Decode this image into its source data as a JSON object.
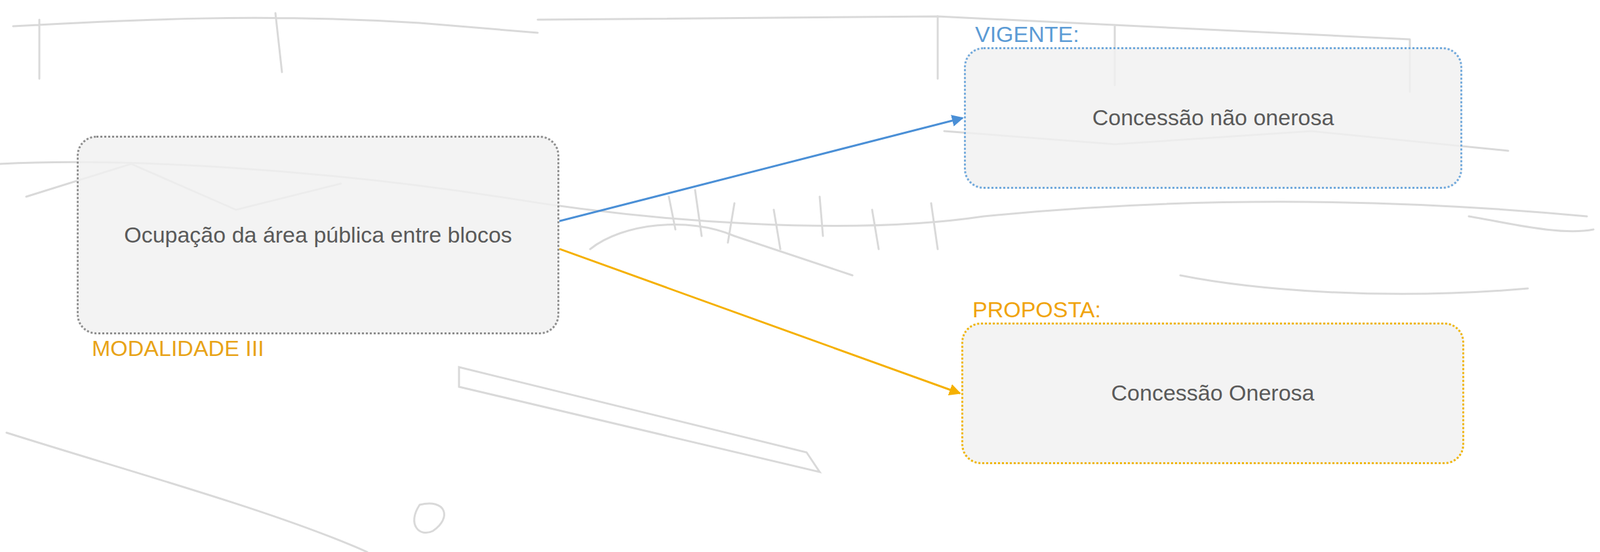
{
  "diagram": {
    "nodes": [
      {
        "text": [
          "Ocupação da área pública entre blocos",
          "MODALIDADE III"
        ]
      },
      {
        "text": [
          "VIGENTE:",
          "Concessão não onerosa"
        ]
      },
      {
        "text": [
          "PROPOSTA:",
          "Concessão Onerosa"
        ]
      }
    ],
    "edges": [
      {
        "from": 0,
        "to": 1,
        "arrow": "to"
      },
      {
        "from": 0,
        "to": 2,
        "arrow": "to"
      }
    ]
  }
}
